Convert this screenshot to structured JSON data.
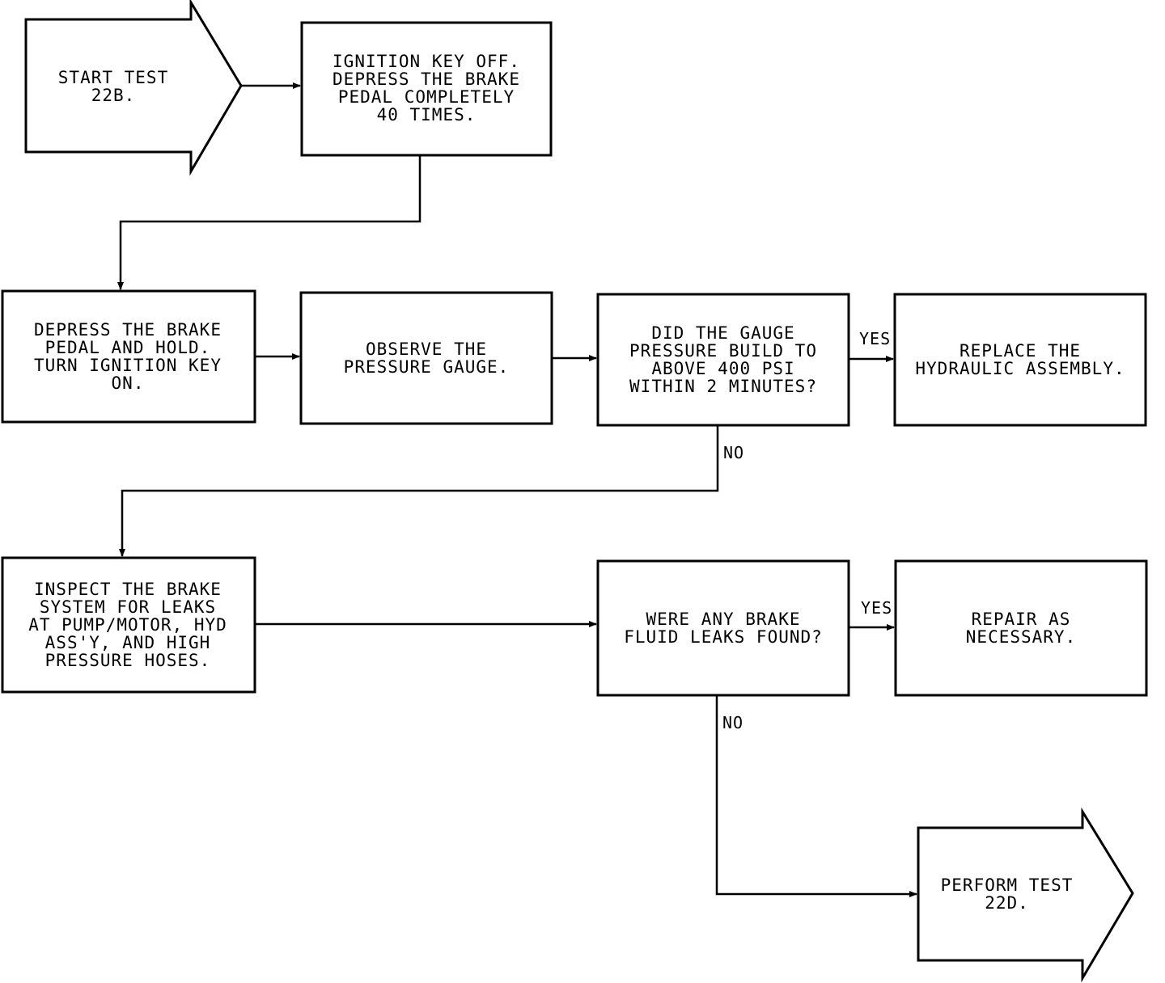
{
  "nodes": {
    "start": "START TEST 22B.",
    "n1": "IGNITION KEY OFF.\nDEPRESS THE BRAKE\nPEDAL COMPLETELY\n40 TIMES.",
    "n2": "DEPRESS THE BRAKE\nPEDAL AND HOLD.\nTURN IGNITION KEY\nON.",
    "n3": "OBSERVE THE\nPRESSURE GAUGE.",
    "n4": "DID THE GAUGE\nPRESSURE BUILD TO\nABOVE 400 PSI\nWITHIN 2 MINUTES?",
    "n5": "REPLACE THE\nHYDRAULIC ASSEMBLY.",
    "n6": "INSPECT THE BRAKE\nSYSTEM FOR LEAKS\nAT PUMP/MOTOR, HYD\nASS'Y, AND HIGH\nPRESSURE HOSES.",
    "n7": "WERE ANY BRAKE\nFLUID LEAKS FOUND?",
    "n8": "REPAIR AS\nNECESSARY.",
    "end": "PERFORM TEST\n22D."
  },
  "edges": {
    "yes1": "YES",
    "no1": "NO",
    "yes2": "YES",
    "no2": "NO"
  },
  "colors": {
    "ink": "#000000",
    "paper": "#ffffff"
  }
}
